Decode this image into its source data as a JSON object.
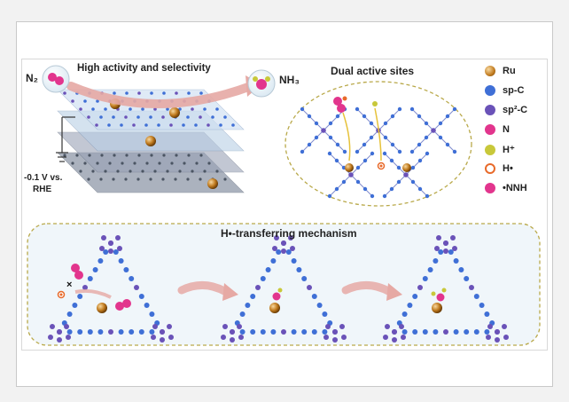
{
  "panel_top_left": {
    "title": "High activity and selectivity",
    "reactant": "N₂",
    "product": "NH₃",
    "potential_line1": "-0.1 V vs.",
    "potential_line2": "RHE"
  },
  "panel_top_right": {
    "title": "Dual active sites"
  },
  "panel_bottom": {
    "title": "H•-transferring mechanism"
  },
  "legend": [
    {
      "label": "Ru",
      "color": "#c07a1e",
      "icon": "ru-atom-icon"
    },
    {
      "label": "sp-C",
      "color": "#3f6fd6",
      "icon": "sp-carbon-icon"
    },
    {
      "label": "sp²-C",
      "color": "#6a52b8",
      "icon": "sp2-carbon-icon"
    },
    {
      "label": "N",
      "color": "#e2358d",
      "icon": "nitrogen-icon"
    },
    {
      "label": "H⁺",
      "color": "#c8c83a",
      "icon": "proton-icon"
    },
    {
      "label": "H•",
      "color": "#e86a2a",
      "icon": "hydrogen-radical-icon"
    },
    {
      "label": "•NNH",
      "color": "#e2358d",
      "icon": "nnh-radical-icon"
    }
  ],
  "colors": {
    "accent_border": "#b9a94a",
    "panel_fill": "#f0f6fa",
    "arrow": "#e6a9a4"
  }
}
